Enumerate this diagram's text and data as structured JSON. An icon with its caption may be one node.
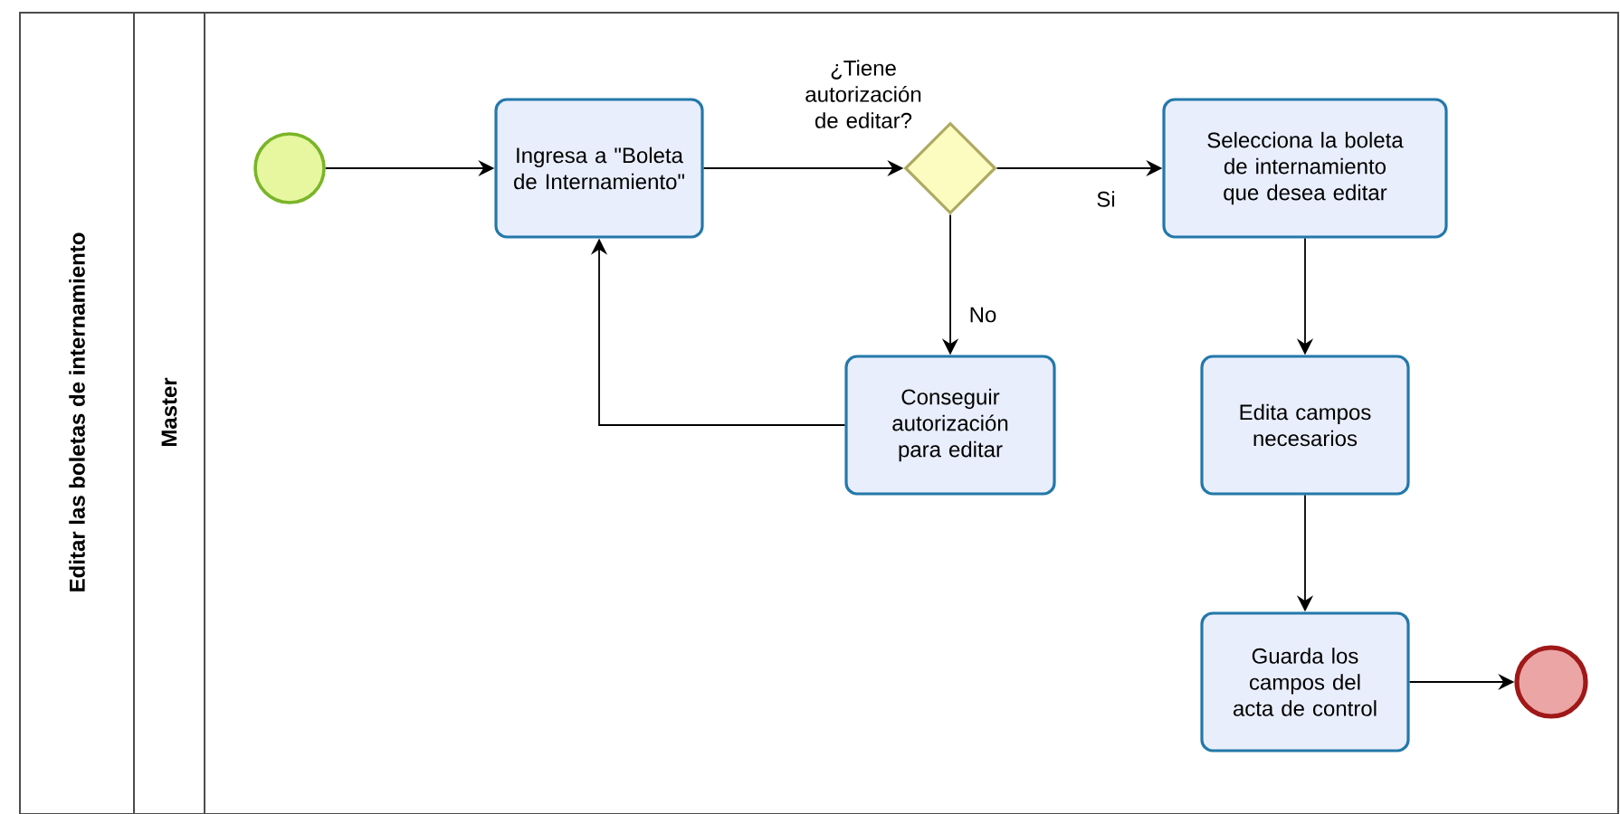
{
  "diagram": {
    "nodes": [
      {
        "text": [
          "Editar las boletas de internamiento"
        ]
      },
      {
        "text": [
          "Master"
        ],
        "in": 0
      },
      {
        "text": [],
        "shape": "circle",
        "in": 1
      },
      {
        "text": [
          "Ingresa a \"Boleta de Internamiento\""
        ],
        "in": 1
      },
      {
        "text": [
          "¿Tiene autorización de editar?"
        ],
        "in": 1
      },
      {
        "text": [
          "Selecciona la boleta de internamiento que desea editar"
        ],
        "in": 1
      },
      {
        "text": [
          "Conseguir autorización para editar"
        ],
        "in": 1
      },
      {
        "text": [
          "Edita campos necesarios"
        ],
        "in": 1
      },
      {
        "text": [
          "Guarda los campos del acta de control"
        ],
        "in": 1
      },
      {
        "text": [],
        "shape": "circle",
        "in": 1
      }
    ],
    "edges": [
      {
        "from": 2,
        "to": 3,
        "arrow": "to"
      },
      {
        "from": 3,
        "to": 4,
        "arrow": "to"
      },
      {
        "from": 4,
        "to": 5,
        "arrow": "to",
        "label": "Si"
      },
      {
        "from": 4,
        "to": 6,
        "arrow": "to",
        "label": "No"
      },
      {
        "from": 6,
        "to": 3,
        "arrow": "to"
      },
      {
        "from": 5,
        "to": 7,
        "arrow": "to"
      },
      {
        "from": 7,
        "to": 8,
        "arrow": "to"
      },
      {
        "from": 8,
        "to": 9,
        "arrow": "to"
      }
    ]
  }
}
